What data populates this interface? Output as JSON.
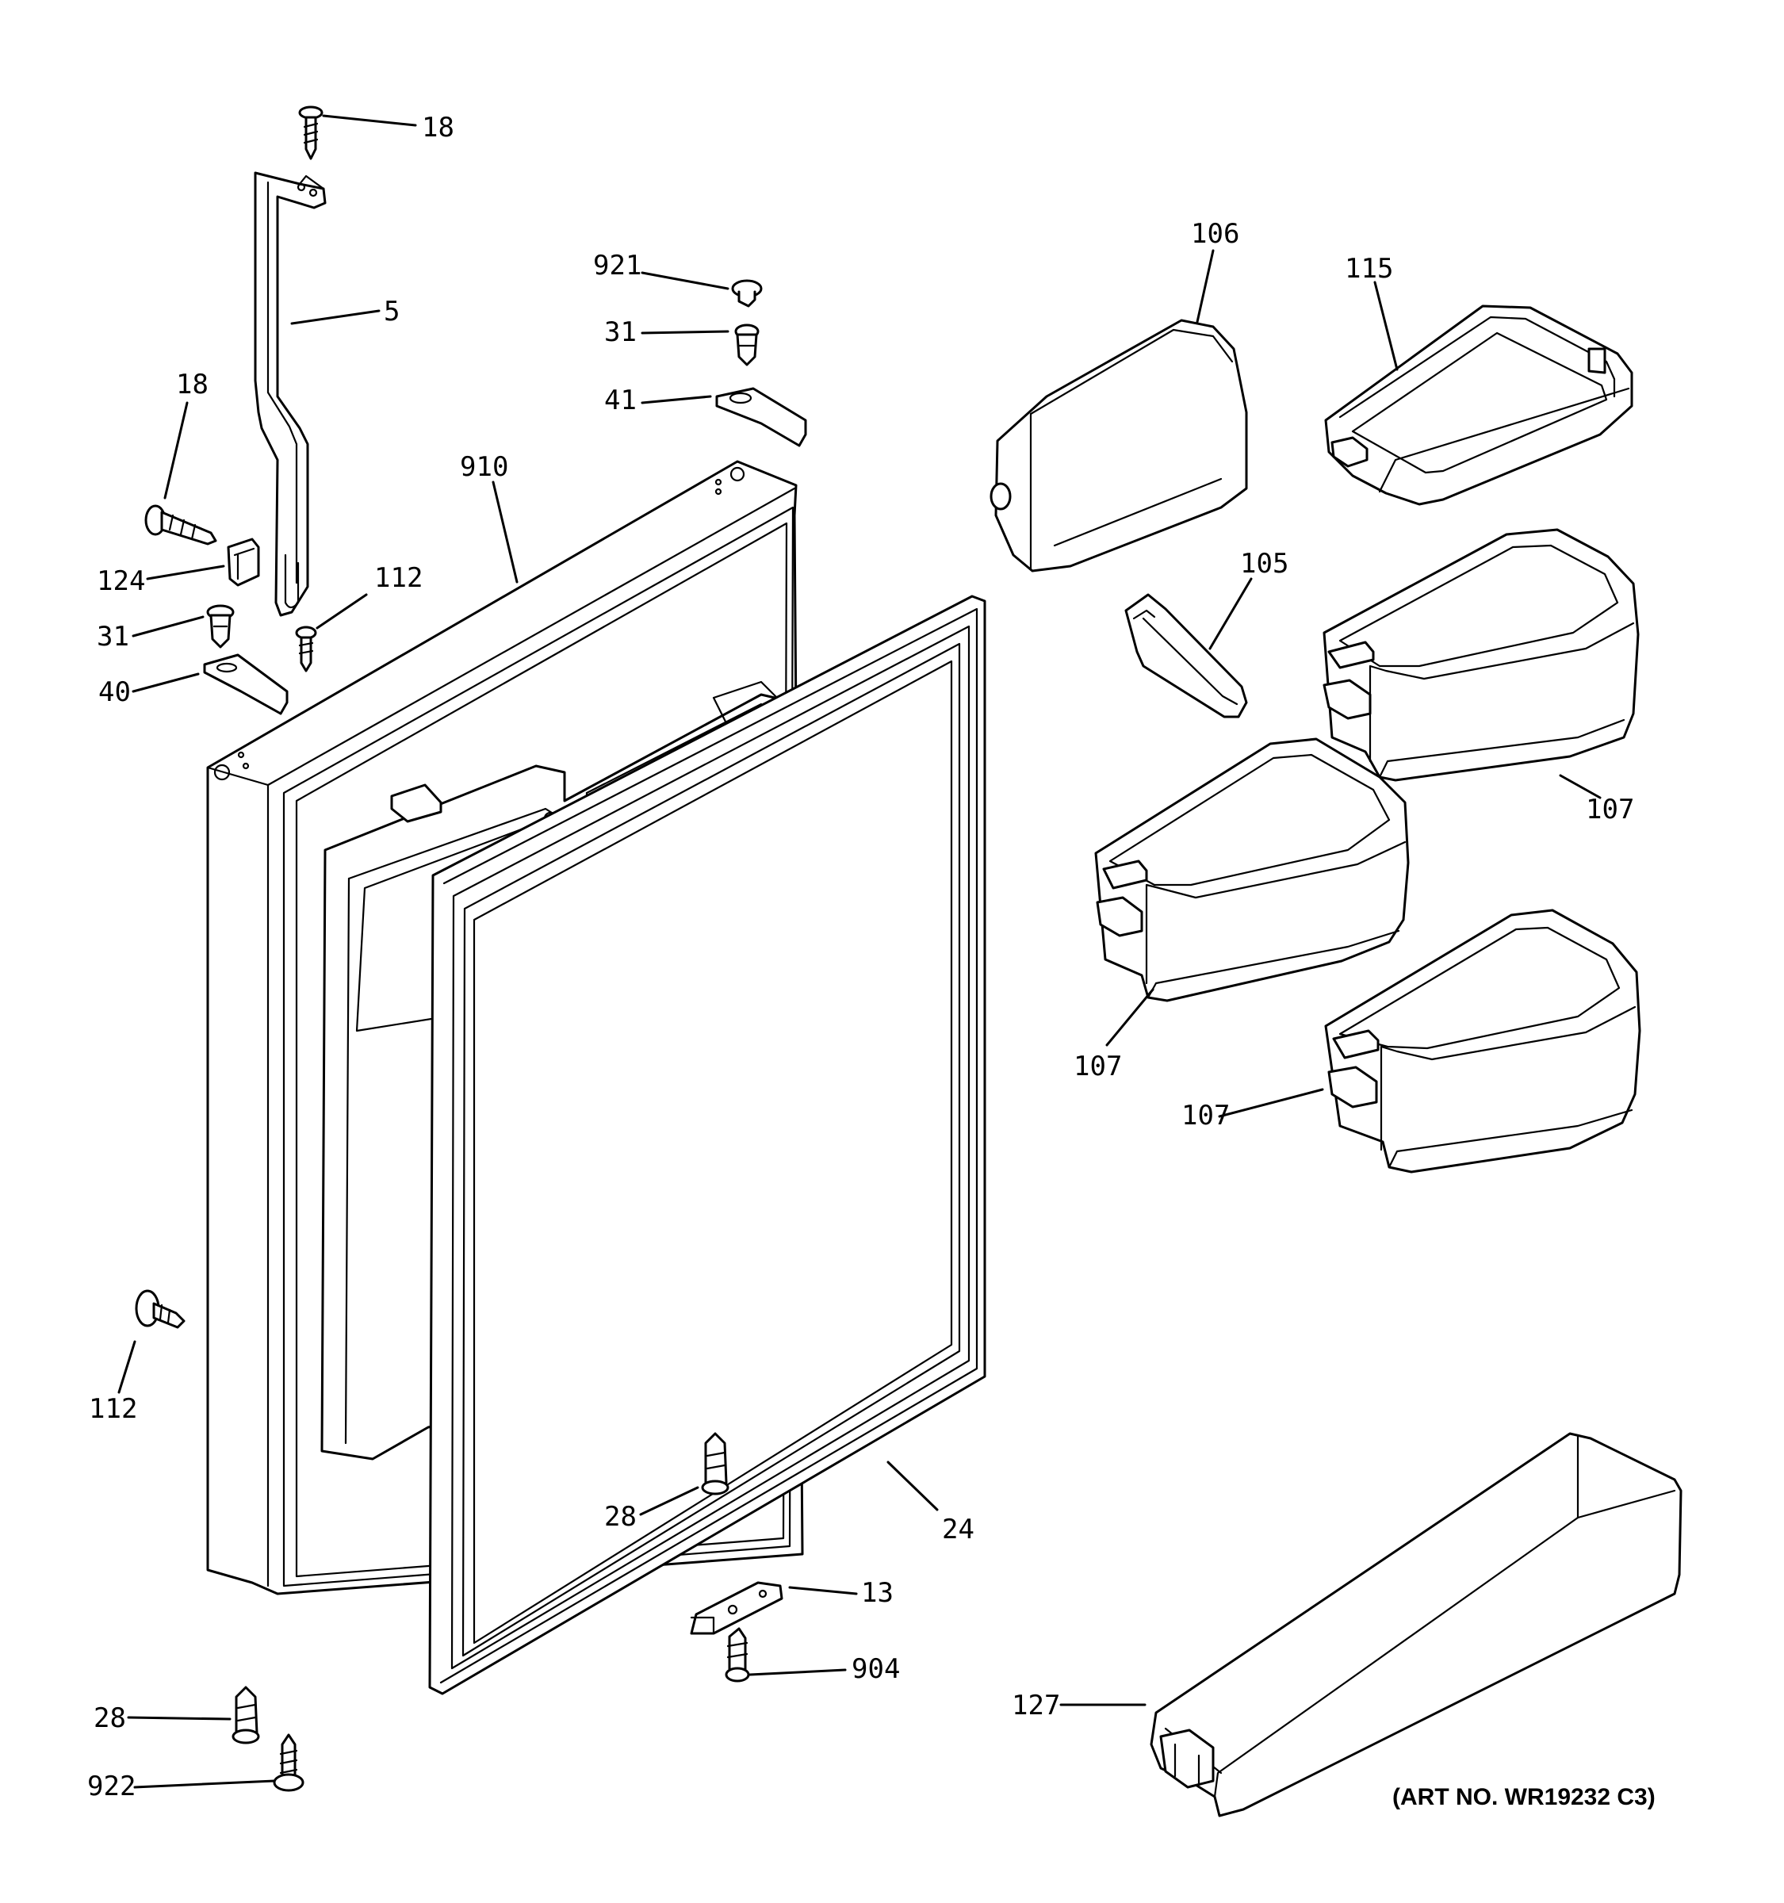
{
  "art_number": "(ART NO. WR19232 C3)",
  "labels": {
    "c18_top": "18",
    "c5": "5",
    "c18_left": "18",
    "c124": "124",
    "c31_left": "31",
    "c40": "40",
    "c112_top": "112",
    "c910": "910",
    "c921": "921",
    "c31_top": "31",
    "c41": "41",
    "c106": "106",
    "c115": "115",
    "c105": "105",
    "c107_a": "107",
    "c107_b": "107",
    "c107_c": "107",
    "c112_left": "112",
    "c28_mid": "28",
    "c24": "24",
    "c13": "13",
    "c904": "904",
    "c28_bottom": "28",
    "c922": "922",
    "c127": "127"
  },
  "colors": {
    "line": "#000000",
    "background": "#ffffff"
  }
}
